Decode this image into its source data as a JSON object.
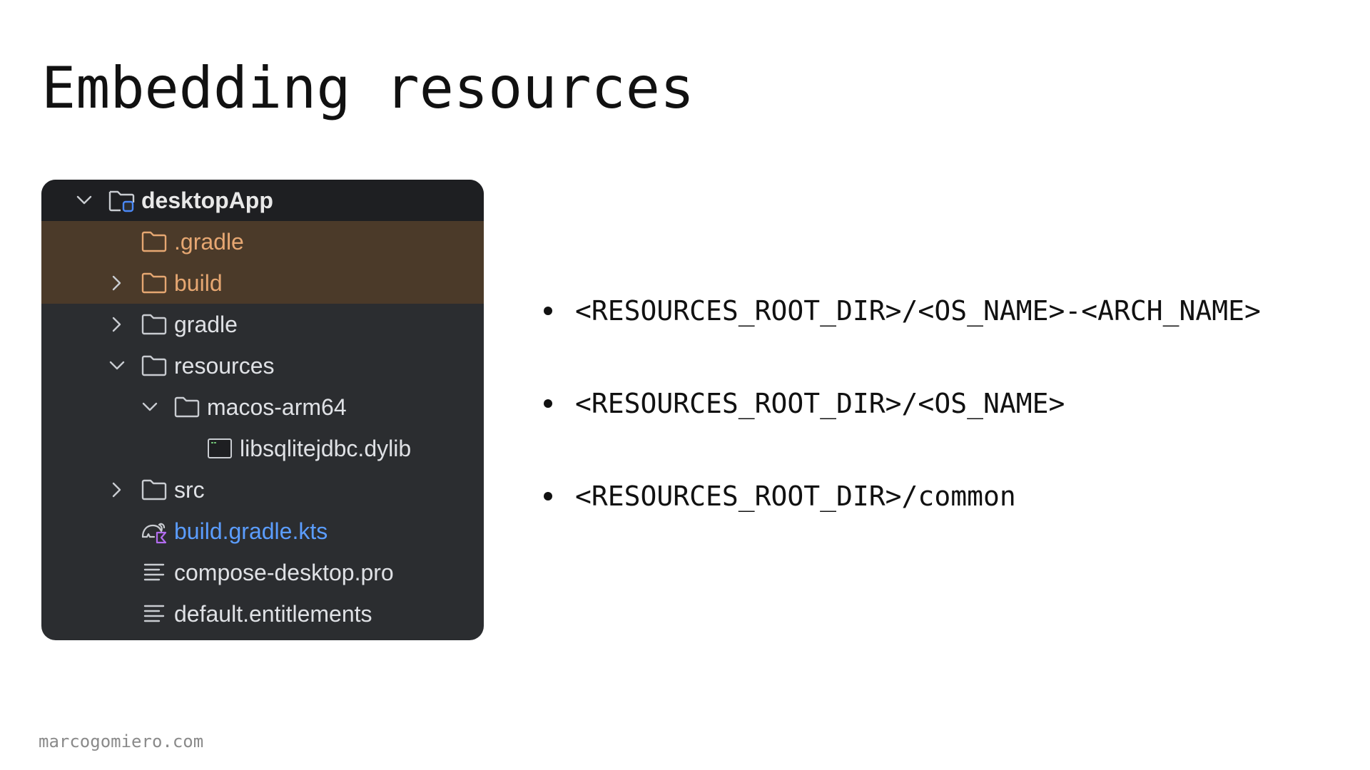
{
  "slide": {
    "title": "Embedding resources",
    "footer": "marcogomiero.com"
  },
  "tree": {
    "items": [
      {
        "label": "desktopApp",
        "icon": "module-folder-icon",
        "chevron": "chevron-down-icon"
      },
      {
        "label": ".gradle",
        "icon": "folder-icon",
        "chevron": ""
      },
      {
        "label": "build",
        "icon": "folder-icon",
        "chevron": "chevron-right-icon"
      },
      {
        "label": "gradle",
        "icon": "folder-icon",
        "chevron": "chevron-right-icon"
      },
      {
        "label": "resources",
        "icon": "folder-icon",
        "chevron": "chevron-down-icon"
      },
      {
        "label": "macos-arm64",
        "icon": "folder-icon",
        "chevron": "chevron-down-icon"
      },
      {
        "label": "libsqlitejdbc.dylib",
        "icon": "binary-file-icon",
        "chevron": ""
      },
      {
        "label": "src",
        "icon": "folder-icon",
        "chevron": "chevron-right-icon"
      },
      {
        "label": "build.gradle.kts",
        "icon": "gradle-kotlin-icon",
        "chevron": ""
      },
      {
        "label": "compose-desktop.pro",
        "icon": "text-file-icon",
        "chevron": ""
      },
      {
        "label": "default.entitlements",
        "icon": "text-file-icon",
        "chevron": ""
      }
    ]
  },
  "bullets": [
    "<RESOURCES_ROOT_DIR>/<OS_NAME>-<ARCH_NAME>",
    "<RESOURCES_ROOT_DIR>/<OS_NAME>",
    "<RESOURCES_ROOT_DIR>/common"
  ],
  "colors": {
    "panel_bg": "#2b2d30",
    "excluded_bg": "#4b3a29",
    "excluded_text": "#e6a772",
    "gradle_file_text": "#5b9dff"
  }
}
